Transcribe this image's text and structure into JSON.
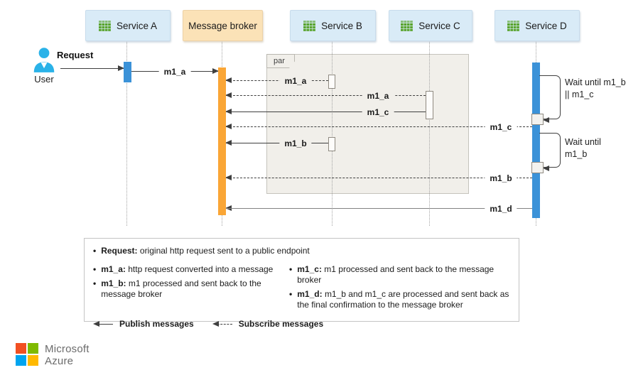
{
  "diagram": {
    "actor": {
      "label": "User",
      "request_label": "Request",
      "icon": "person-icon"
    },
    "participants": [
      {
        "id": "service-a",
        "label": "Service A",
        "icon": "green-grid-icon"
      },
      {
        "id": "message-broker",
        "label": "Message broker",
        "icon": null
      },
      {
        "id": "service-b",
        "label": "Service B",
        "icon": "green-grid-icon"
      },
      {
        "id": "service-c",
        "label": "Service C",
        "icon": "green-grid-icon"
      },
      {
        "id": "service-d",
        "label": "Service D",
        "icon": "green-grid-icon"
      }
    ],
    "par_frame_label": "par",
    "messages": [
      {
        "label": "m1_a",
        "style": "publish-solid",
        "from": "service-a",
        "to": "message-broker"
      },
      {
        "label": "m1_a",
        "style": "subscribe-dashed",
        "from": "service-b",
        "to": "message-broker"
      },
      {
        "label": "m1_a",
        "style": "subscribe-dashed",
        "from": "service-c",
        "to": "message-broker"
      },
      {
        "label": "m1_c",
        "style": "publish-solid",
        "from": "service-c",
        "to": "message-broker"
      },
      {
        "label": "m1_c",
        "style": "subscribe-dashed",
        "from": "service-d",
        "to": "message-broker"
      },
      {
        "label": "m1_b",
        "style": "publish-solid",
        "from": "service-b",
        "to": "message-broker"
      },
      {
        "label": "m1_b",
        "style": "subscribe-dashed",
        "from": "service-d",
        "to": "message-broker"
      },
      {
        "label": "m1_d",
        "style": "publish-solid",
        "from": "service-d",
        "to": "message-broker"
      }
    ],
    "wait_notes": [
      {
        "line1": "Wait until m1_b",
        "line2": "|| m1_c"
      },
      {
        "line1": "Wait until",
        "line2": "m1_b"
      }
    ]
  },
  "legend": {
    "items": [
      {
        "term": "Request:",
        "desc": "original http request sent to a public endpoint"
      },
      {
        "term": "m1_a:",
        "desc": "http request converted into a message"
      },
      {
        "term": "m1_b:",
        "desc": "m1 processed and sent back to the message broker"
      },
      {
        "term": "m1_c:",
        "desc": "m1 processed and sent back to the message broker"
      },
      {
        "term": "m1_d:",
        "desc": "m1_b and m1_c are processed and sent back as the final confirmation to the message broker"
      }
    ],
    "publish_label": "Publish messages",
    "subscribe_label": "Subscribe messages"
  },
  "footer": {
    "brand_line1": "Microsoft",
    "brand_line2": "Azure"
  },
  "colors": {
    "service_box_fill": "#D9EBF7",
    "broker_box_fill": "#FBE2B7",
    "activation_blue": "#3B92D8",
    "activation_orange": "#FAA636",
    "frame_fill": "#F1EFEA",
    "icon_green": "#57A32B",
    "user_cyan": "#2AB2E8",
    "arrow_dark": "#3F3F3F",
    "arrow_gray": "#828282",
    "ms_red": "#F25022",
    "ms_green": "#7FBA00",
    "ms_blue": "#00A4EF",
    "ms_yellow": "#FFB900"
  }
}
